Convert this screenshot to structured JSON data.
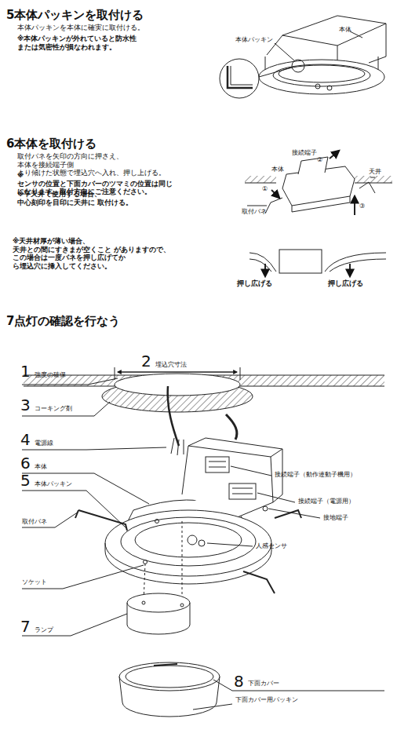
{
  "diagram": {
    "labels": [
      "5本体パッキンを取付ける",
      "本体パッキンを本体に確実に取付ける。",
      "※本体パッキンが外れていると防水性 または気密性が損なわれます。",
      "本体パッキン",
      "本体",
      "6本体を取付ける",
      "取付バネを矢印の方向に押さえ、本体を接続端子側 より傾けた状態で埋込穴へ入れ、押し上げる。",
      "※センサの位置と下面カバーのツマミの位置は同じ になります。取付方向にご注意ください。",
      "※平天井で使用する場合、中心刻印を目印に天井に 取付ける。",
      "※天井材厚が薄い場合、天井との間にすきまが空くこと がありますので、この場合は一度バネを押し広げてか ら埋込穴に挿入してください。",
      "接続端子",
      "②",
      "本体",
      "天井",
      "①",
      "③",
      "取付バネ",
      "押し広げる",
      "押し広げる",
      "7点灯の確認を行なう",
      "1",
      "強度の確保",
      "2",
      "埋込穴寸法",
      "3",
      "コーキング剤",
      "4",
      "電源線",
      "6",
      "本体",
      "5",
      "本体パッキン",
      "取付バネ",
      "接続端子（動作連動子機用）",
      "接続端子（電源用）",
      "接地端子",
      "人感センサ",
      "ソケット",
      "7",
      "ランプ",
      "8",
      "下面カバー",
      "下面カバー用パッキン"
    ]
  }
}
